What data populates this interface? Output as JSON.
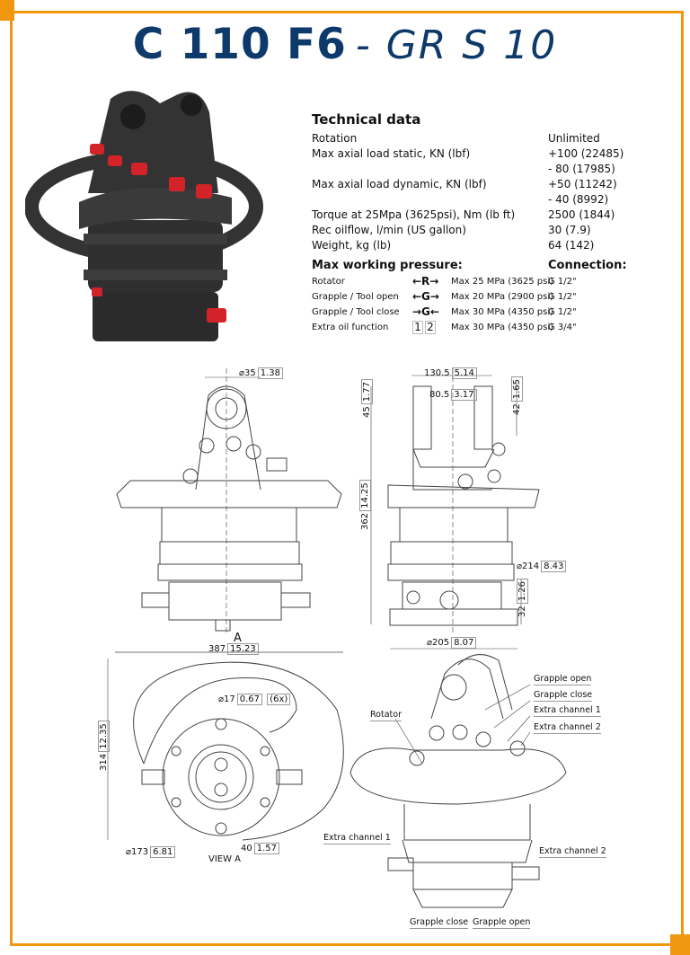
{
  "header": {
    "model_bold": "C 110 F6",
    "model_light": "- GR S 10"
  },
  "colors": {
    "frame": "#f0960f",
    "title": "#0e3a6b",
    "product": "#2e2e2e",
    "port_caps": "#d2232a"
  },
  "technical_data": {
    "heading": "Technical data",
    "rows": [
      {
        "label": "Rotation",
        "value": "Unlimited"
      },
      {
        "label": "Max axial load static, KN (lbf)",
        "value": "+100 (22485)"
      },
      {
        "label": "",
        "value": "- 80 (17985)"
      },
      {
        "label": "Max axial load dynamic, KN (lbf)",
        "value": "+50 (11242)"
      },
      {
        "label": "",
        "value": "- 40 (8992)"
      },
      {
        "label": "Torque at 25Mpa (3625psi), Nm (lb ft)",
        "value": "2500 (1844)"
      },
      {
        "label": "Rec oilflow, l/min (US gallon)",
        "value": "30 (7.9)"
      },
      {
        "label": "Weight, kg (lb)",
        "value": "64 (142)"
      }
    ]
  },
  "pressure": {
    "heading": "Max working pressure:",
    "connection_heading": "Connection:",
    "rows": [
      {
        "label": "Rotator",
        "symbol": "←R→",
        "pressure": "Max 25 MPa (3625 psi)",
        "connection": "G 1/2\""
      },
      {
        "label": "Grapple / Tool open",
        "symbol": "←G→",
        "pressure": "Max 20 MPa (2900 psi)",
        "connection": "G 1/2\""
      },
      {
        "label": "Grapple / Tool close",
        "symbol": "→G←",
        "pressure": "Max 30 MPa (4350 psi)",
        "connection": "G 1/2\""
      },
      {
        "label": "Extra oil function",
        "symbol_boxes": [
          "1",
          "2"
        ],
        "pressure": "Max 30 MPa (4350 psi)",
        "connection": "G 3/4\""
      }
    ]
  },
  "dimensions": {
    "pin_dia": {
      "mm": "⌀35",
      "in": "1.38"
    },
    "width_total": {
      "mm": "387",
      "in": "15.23"
    },
    "view_marker": "A",
    "ear_outer": {
      "mm": "130.5",
      "in": "5.14"
    },
    "ear_inner": {
      "mm": "80.5",
      "in": "3.17"
    },
    "pin_height": {
      "mm": "45",
      "in": "1.77"
    },
    "ear_height": {
      "mm": "42",
      "in": "1.65"
    },
    "total_height": {
      "mm": "362",
      "in": "14.25"
    },
    "body_dia": {
      "mm": "⌀214",
      "in": "8.43"
    },
    "flange_height": {
      "mm": "32",
      "in": "1.26"
    },
    "flange_dia": {
      "mm": "⌀205",
      "in": "8.07"
    },
    "depth_total": {
      "mm": "314",
      "in": "12.35"
    },
    "hole_dia": {
      "mm": "⌀17",
      "in": "0.67",
      "count": "(6x)"
    },
    "bolt_circle": {
      "mm": "⌀173",
      "in": "6.81"
    },
    "port_offset": {
      "mm": "40",
      "in": "1.57"
    },
    "view_label": "VIEW A"
  },
  "callouts": {
    "rotator": "Rotator",
    "grapple_open_top": "Grapple open",
    "grapple_close_top": "Grapple close",
    "extra1_top": "Extra channel 1",
    "extra2_top": "Extra channel 2",
    "extra1_bottom": "Extra channel 1",
    "extra2_bottom": "Extra channel 2",
    "grapple_close_bottom": "Grapple close",
    "grapple_open_bottom": "Grapple open"
  }
}
